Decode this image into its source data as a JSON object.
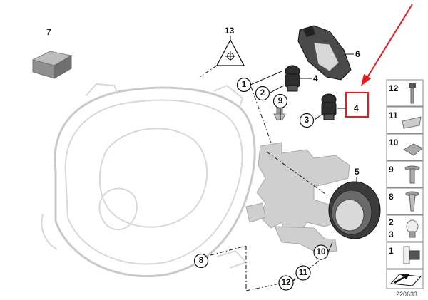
{
  "callouts": {
    "c1": "1",
    "c2": "2",
    "c3": "3",
    "c4a": "4",
    "c4b": "4",
    "c5": "5",
    "c6": "6",
    "c7": "7",
    "c8": "8",
    "c9": "9",
    "c10": "10",
    "c11": "11",
    "c12": "12",
    "c13": "13"
  },
  "legend": [
    {
      "label": "12",
      "icon": "screw-icon"
    },
    {
      "label": "11",
      "icon": "clip-icon"
    },
    {
      "label": "10",
      "icon": "nut-icon"
    },
    {
      "label": "9",
      "icon": "screw-washer-icon"
    },
    {
      "label": "8",
      "icon": "expanding-rivet-icon"
    },
    {
      "label": "2\n3",
      "icon": "bulb-icon",
      "label_top": "2",
      "label_bottom": "3"
    },
    {
      "label": "1",
      "icon": "h-bulb-icon"
    },
    {
      "label": "",
      "icon": "arrow-direction-icon"
    }
  ],
  "diagram_number": "220633",
  "colors": {
    "highlight": "#e8191f",
    "part_gray": "#cfcfcf",
    "part_dark": "#2d2d2d"
  }
}
